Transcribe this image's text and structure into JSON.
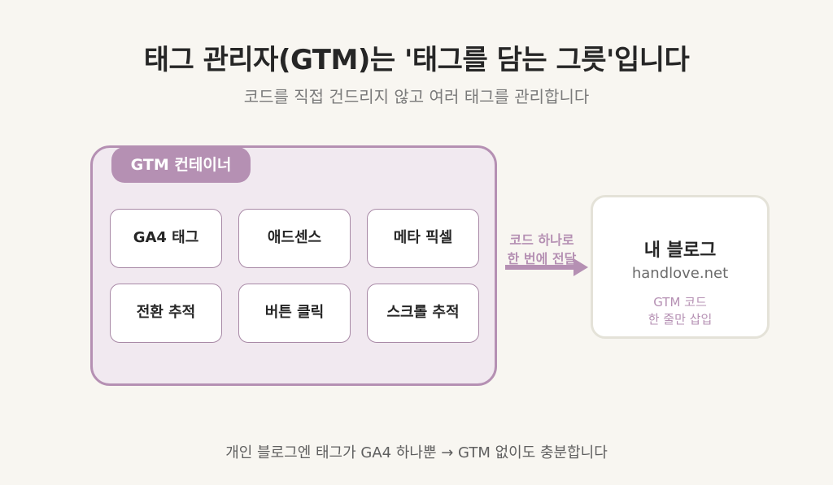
{
  "title": "태그 관리자(GTM)는 '태그를 담는 그릇'입니다",
  "subtitle": "코드를 직접 건드리지 않고 여러 태그를 관리합니다",
  "container": {
    "label": "GTM 컨테이너",
    "tags": [
      "GA4 태그",
      "애드센스",
      "메타 픽셀",
      "전환 추적",
      "버튼 클릭",
      "스크롤 추적"
    ]
  },
  "arrow": {
    "line1": "코드 하나로",
    "line2": "한 번에 전달"
  },
  "blog": {
    "title": "내 블로그",
    "url": "handlove.net",
    "note_line1": "GTM 코드",
    "note_line2": "한 줄만 삽입"
  },
  "footer": "개인 블로그엔 태그가 GA4 하나뿐 → GTM 없이도 충분합니다",
  "colors": {
    "accent": "#b590b3",
    "container_fill": "#f1e9f0",
    "background": "#f8f6f1"
  }
}
